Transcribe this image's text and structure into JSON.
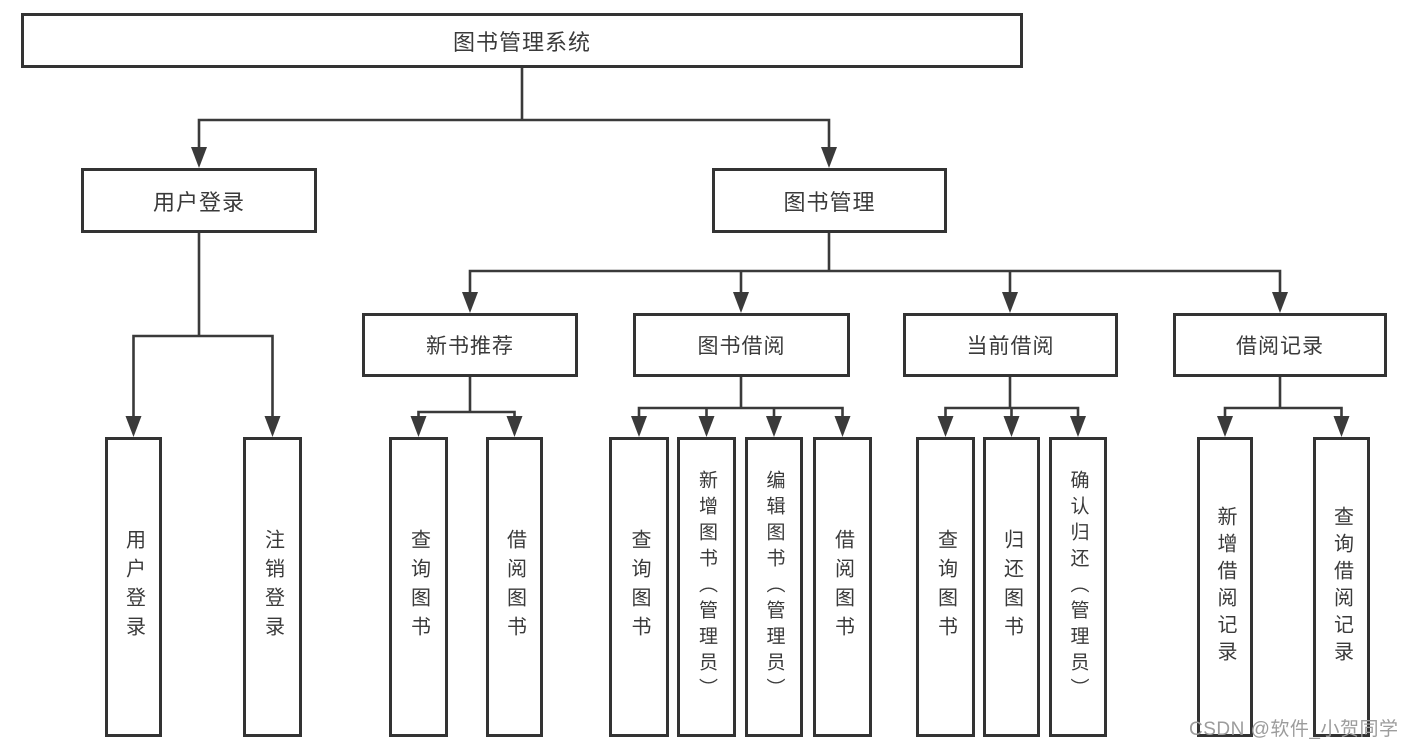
{
  "diagram": {
    "root": {
      "label": "图书管理系统"
    },
    "branches": [
      {
        "label": "用户登录",
        "children": [
          {
            "label": "用户登录"
          },
          {
            "label": "注销登录"
          }
        ]
      },
      {
        "label": "图书管理",
        "children": [
          {
            "label": "新书推荐",
            "children": [
              {
                "label": "查询图书"
              },
              {
                "label": "借阅图书"
              }
            ]
          },
          {
            "label": "图书借阅",
            "children": [
              {
                "label": "查询图书"
              },
              {
                "label": "新增图书（管理员）"
              },
              {
                "label": "编辑图书（管理员）"
              },
              {
                "label": "借阅图书"
              }
            ]
          },
          {
            "label": "当前借阅",
            "children": [
              {
                "label": "查询图书"
              },
              {
                "label": "归还图书"
              },
              {
                "label": "确认归还（管理员）"
              }
            ]
          },
          {
            "label": "借阅记录",
            "children": [
              {
                "label": "新增借阅记录"
              },
              {
                "label": "查询借阅记录"
              }
            ]
          }
        ]
      }
    ]
  },
  "watermark": {
    "text": "CSDN @软件_小贺同学"
  },
  "colors": {
    "line": "#3a3a3a",
    "box_border": "#333333",
    "text": "#3a3a3a",
    "background": "#ffffff",
    "watermark_text": "#9c9c9c"
  }
}
